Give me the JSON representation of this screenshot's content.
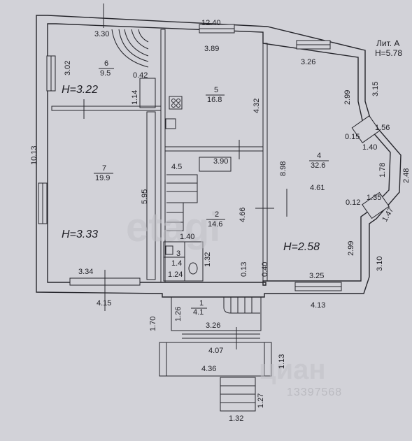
{
  "lit": {
    "title": "Лит. А",
    "height": "H=5.78"
  },
  "rooms": [
    {
      "number": "1",
      "area": "4.1"
    },
    {
      "number": "2",
      "area": "14.6"
    },
    {
      "number": "3",
      "area": "1.4"
    },
    {
      "number": "4",
      "area": "32.6"
    },
    {
      "number": "5",
      "area": "16.8"
    },
    {
      "number": "6",
      "area": "9.5"
    },
    {
      "number": "7",
      "area": "19.9"
    }
  ],
  "heights": [
    "H=3.22",
    "H=3.33",
    "H=2.58"
  ],
  "dimensions": {
    "total_top": "12.40",
    "room6_top": "3.30",
    "room6_left": "3.02",
    "room6_small": "0.42",
    "room6_niche": "1.14",
    "left_wall": "10.13",
    "room5_top": "3.89",
    "room5_right": "4.32",
    "room4_top": "3.26",
    "room4_wall1": "2.99",
    "room4_ext1": "3.15",
    "bay_1": "1.56",
    "bay_2": "0.15",
    "bay_3": "1.40",
    "bay_4": "1.78",
    "bay_ext": "2.48",
    "room4_left": "8.98",
    "room4_mid": "4.61",
    "bay_5": "1.35",
    "bay_6": "0.12",
    "bay_7": "1.47",
    "room4_wall2": "2.99",
    "room4_ext2": "3.10",
    "room4_bottom": "3.25",
    "ext_bottom_right": "4.13",
    "room2_a": "4.5",
    "room2_b": "3.90",
    "room7_right": "5.95",
    "room2_right": "4.66",
    "room3_top": "1.40",
    "room3_right": "1.32",
    "room3_bottom": "1.24",
    "room2_c": "0.13",
    "room2_d": "0.40",
    "room7_bottom": "3.34",
    "ext_bottom_left": "4.15",
    "porch_left": "1.70",
    "room1_left": "1.26",
    "room1_bottom": "3.26",
    "porch_width": "4.07",
    "porch_depth": "1.13",
    "porch_outer": "4.36",
    "steps_depth": "1.27",
    "steps_width": "1.32"
  },
  "watermark": {
    "brand": "etagi",
    "logo_text": "циан",
    "id": "13397568"
  }
}
